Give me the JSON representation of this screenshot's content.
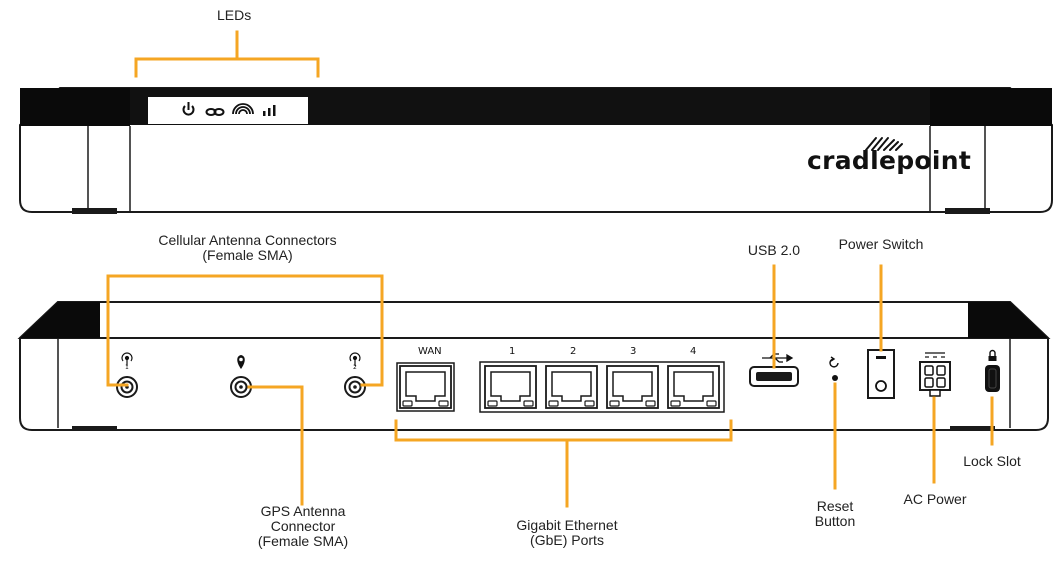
{
  "labels": {
    "leds": "LEDs",
    "cellular_line1": "Cellular Antenna Connectors",
    "cellular_line2": "(Female SMA)",
    "usb": "USB 2.0",
    "power_switch": "Power Switch",
    "gps_line1": "GPS Antenna",
    "gps_line2": "Connector",
    "gps_line3": "(Female SMA)",
    "gbe_line1": "Gigabit Ethernet",
    "gbe_line2": "(GbE) Ports",
    "reset_line1": "Reset",
    "reset_line2": "Button",
    "ac_power": "AC Power",
    "lock_slot": "Lock Slot"
  },
  "device": {
    "brand": "cradlepoint",
    "wan_label": "WAN",
    "lan_ports": [
      "1",
      "2",
      "3",
      "4"
    ],
    "antenna_1_mark": "1",
    "antenna_2_mark": "2"
  },
  "colors": {
    "callout": "#f5a623",
    "body_dark": "#111111",
    "outline": "#1a1a1a"
  }
}
